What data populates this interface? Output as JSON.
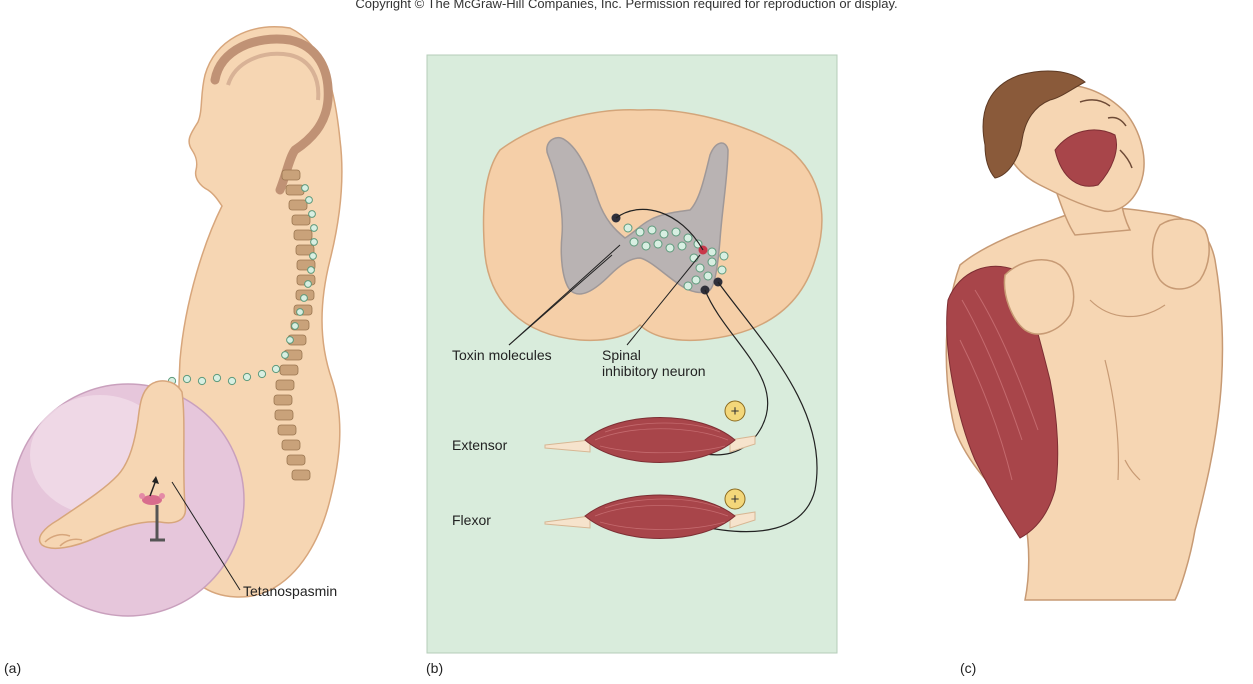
{
  "copyright": "Copyright © The McGraw-Hill Companies, Inc. Permission required for reproduction or display.",
  "panels": [
    {
      "id": "a",
      "label": "(a)"
    },
    {
      "id": "b",
      "label": "(b)"
    },
    {
      "id": "c",
      "label": "(c)"
    }
  ],
  "labels": {
    "tetanospasmin": "Tetanospasmin",
    "toxin_molecules": "Toxin molecules",
    "spinal_inhibitory_neuron_line1": "Spinal",
    "spinal_inhibitory_neuron_line2": "inhibitory neuron",
    "extensor": "Extensor",
    "flexor": "Flexor",
    "plus_sign": "+"
  },
  "colors": {
    "skin": "#f6d6b3",
    "skin_shadow": "#e8b98d",
    "spine_bone": "#c9a27a",
    "toxin_dot": "#d8efe2",
    "toxin_dot_stroke": "#5e9a7c",
    "panel_b_bg": "#d9ecdc",
    "spinal_cord_white": "#f5cfa8",
    "gray_matter": "#b9b3b3",
    "muscle": "#a8454a",
    "neuron_red": "#c9384a",
    "magnifier": "#e6c6db",
    "hair": "#8a5a3a",
    "plus_circle": "#f3d77a"
  }
}
